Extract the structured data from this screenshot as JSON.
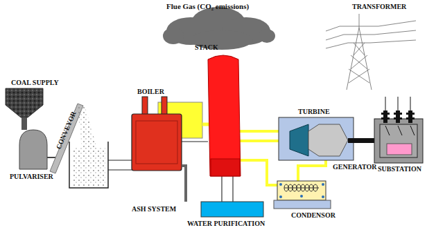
{
  "diagram": {
    "labels": [
      "Flue Gas (CO₂ emissions)",
      "TRANSFORMER",
      "STACK",
      "COAL SUPPLY",
      "CONVEYOR",
      "BOILER",
      "TURBINE",
      "SUBSTATION",
      "GENERATOR",
      "PULVARISER",
      "CONDENSOR",
      "ASH SYSTEM",
      "WATER PURIFICATION"
    ]
  }
}
